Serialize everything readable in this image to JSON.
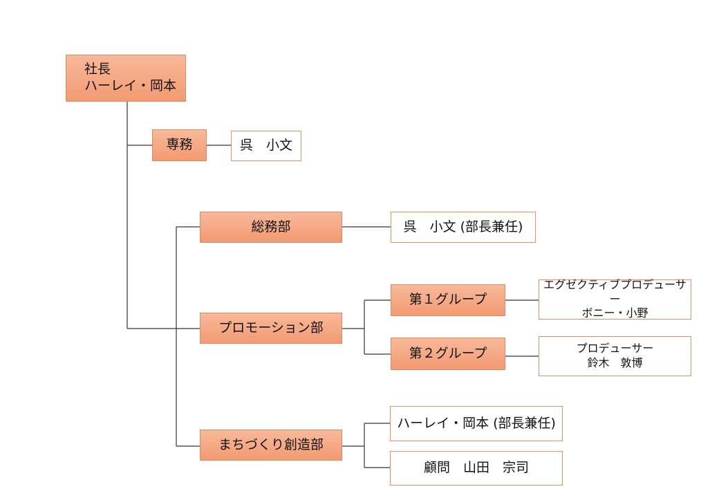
{
  "president": {
    "line1": "社長",
    "line2": "ハーレイ・岡本"
  },
  "senmu": {
    "title": "専務",
    "person": "呉　小文"
  },
  "soumu": {
    "title": "総務部",
    "person": "呉　小文 (部長兼任)"
  },
  "promotion": {
    "title": "プロモーション部",
    "group1": {
      "title": "第１グループ",
      "person_role": "エグゼクティブプロデューサー",
      "person_name": "ボニー・小野"
    },
    "group2": {
      "title": "第２グループ",
      "person_role": "プロデューサー",
      "person_name": "鈴木　敦博"
    }
  },
  "machizukuri": {
    "title": "まちづくり創造部",
    "person1": "ハーレイ・岡本 (部長兼任)",
    "person2": "顧問　山田　宗司"
  }
}
